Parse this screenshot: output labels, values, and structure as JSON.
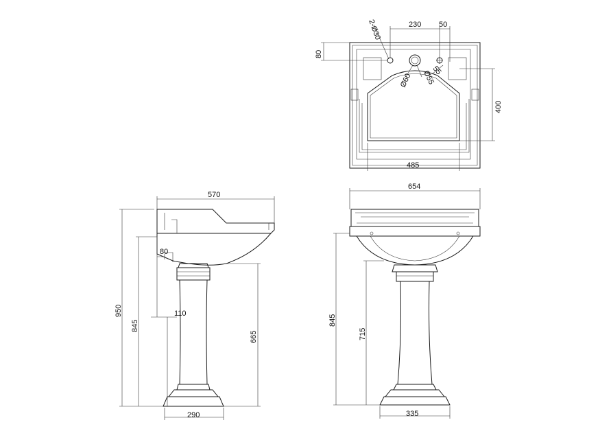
{
  "top_view": {
    "holes_label": "2-Ø30",
    "width_230": "230",
    "width_50": "50",
    "depth_80": "80",
    "dia_60": "Ø60",
    "dia_55": "Ø55",
    "dim_55": "55",
    "depth_400": "400",
    "width_485": "485"
  },
  "side_view": {
    "depth_570": "570",
    "height_950": "950",
    "height_845": "845",
    "offset_80": "80",
    "offset_110": "110",
    "height_665": "665",
    "base_290": "290"
  },
  "front_view": {
    "width_654": "654",
    "height_845": "845",
    "height_715": "715",
    "base_335": "335"
  }
}
